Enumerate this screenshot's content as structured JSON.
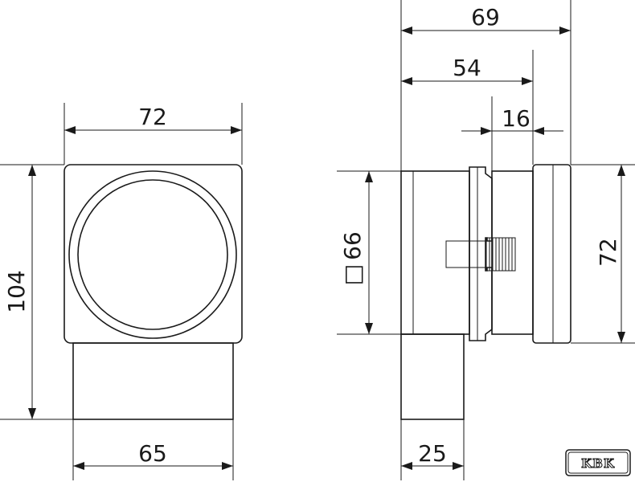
{
  "front_view": {
    "width_top": "72",
    "height_total": "104",
    "width_bottom": "65"
  },
  "side_view": {
    "overall_depth": "69",
    "mid_depth": "54",
    "front_depth": "16",
    "square_size_symbol": "□",
    "square_size": "66",
    "height": "72",
    "bottom_depth": "25"
  },
  "logo": {
    "text": "KBK"
  }
}
